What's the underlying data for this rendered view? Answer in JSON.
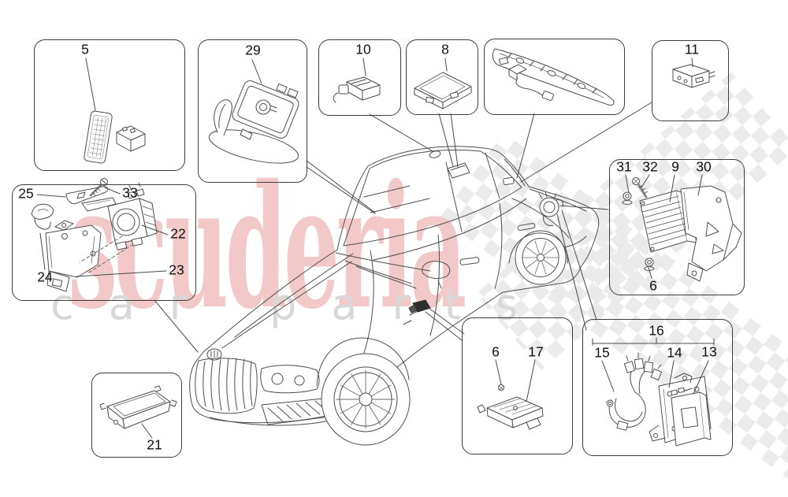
{
  "watermark": {
    "brand": "scuderia",
    "tagline": "car parts",
    "brand_color": "#f2c8c8",
    "tagline_color": "#d8d8d8"
  },
  "callouts": {
    "box_vent_grille": {
      "numbers": [
        "5"
      ]
    },
    "box_mirror_module": {
      "numbers": [
        "29"
      ]
    },
    "box_roof_sensor": {
      "numbers": [
        "10"
      ]
    },
    "box_roof_module": {
      "numbers": [
        "8"
      ]
    },
    "box_shelf_panel": {
      "numbers": []
    },
    "box_small_module": {
      "numbers": [
        "11"
      ]
    },
    "box_front_radar": {
      "numbers": [
        "25",
        "33",
        "22",
        "23",
        "24"
      ]
    },
    "box_rear_ecu": {
      "numbers": [
        "31",
        "32",
        "9",
        "30",
        "6"
      ]
    },
    "box_front_module": {
      "numbers": [
        "21"
      ]
    },
    "box_door_module": {
      "numbers": [
        "6",
        "17"
      ]
    },
    "box_rear_modules": {
      "numbers": [
        "16",
        "15",
        "14",
        "13"
      ]
    }
  }
}
